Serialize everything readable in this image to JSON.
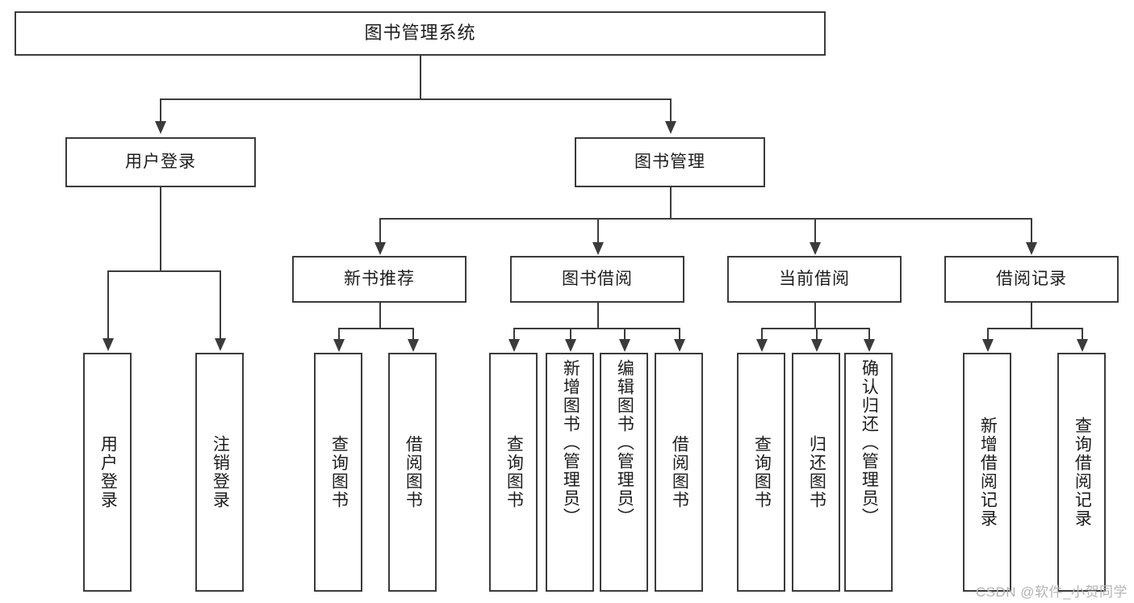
{
  "diagram": {
    "title": "图书管理系统",
    "type": "tree",
    "levels": {
      "root": {
        "label": "图书管理系统"
      },
      "level2": [
        {
          "id": "user-login",
          "label": "用户登录"
        },
        {
          "id": "book-manage",
          "label": "图书管理"
        }
      ],
      "level3": [
        {
          "id": "new-book-recommend",
          "label": "新书推荐",
          "parent": "book-manage"
        },
        {
          "id": "book-borrow",
          "label": "图书借阅",
          "parent": "book-manage"
        },
        {
          "id": "current-borrow",
          "label": "当前借阅",
          "parent": "book-manage"
        },
        {
          "id": "borrow-record",
          "label": "借阅记录",
          "parent": "book-manage"
        }
      ],
      "leaves": [
        {
          "id": "leaf-user-login",
          "label": "用户登录",
          "parent": "user-login"
        },
        {
          "id": "leaf-logout",
          "label": "注销登录",
          "parent": "user-login"
        },
        {
          "id": "leaf-query-book-1",
          "label": "查询图书",
          "parent": "new-book-recommend"
        },
        {
          "id": "leaf-borrow-book-1",
          "label": "借阅图书",
          "parent": "new-book-recommend"
        },
        {
          "id": "leaf-query-book-2",
          "label": "查询图书",
          "parent": "book-borrow"
        },
        {
          "id": "leaf-add-book",
          "label": "新增图书（管理员）",
          "parent": "book-borrow"
        },
        {
          "id": "leaf-edit-book",
          "label": "编辑图书（管理员）",
          "parent": "book-borrow"
        },
        {
          "id": "leaf-borrow-book-2",
          "label": "借阅图书",
          "parent": "book-borrow"
        },
        {
          "id": "leaf-query-book-3",
          "label": "查询图书",
          "parent": "current-borrow"
        },
        {
          "id": "leaf-return-book",
          "label": "归还图书",
          "parent": "current-borrow"
        },
        {
          "id": "leaf-confirm-return",
          "label": "确认归还（管理员）",
          "parent": "current-borrow"
        },
        {
          "id": "leaf-add-record",
          "label": "新增借阅记录",
          "parent": "borrow-record"
        },
        {
          "id": "leaf-query-record",
          "label": "查询借阅记录",
          "parent": "borrow-record"
        }
      ]
    },
    "colors": {
      "stroke": "#3b3b3b",
      "fill": "#ffffff",
      "text": "#1d1d1d",
      "watermark": "#b4b4b4"
    }
  },
  "watermark": {
    "text": "CSDN @软件_小贺同学"
  }
}
